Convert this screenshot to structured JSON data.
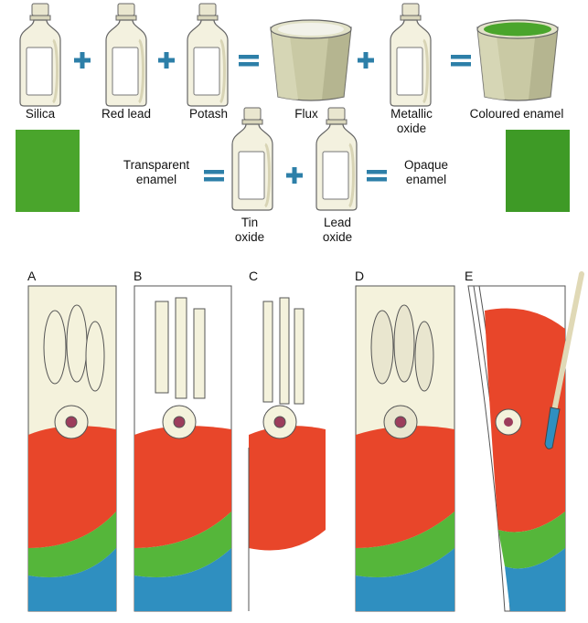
{
  "colors": {
    "accent_operator": "#2d7fa8",
    "enamel_green": "#4aa52c",
    "enamel_green_bright": "#5cbf2e",
    "petal_red": "#e8462a",
    "blue_band": "#2f8fc0",
    "green_band": "#55b63a",
    "bottle_glass": "#f3f1df",
    "pot_stone": "#c9c9a4"
  },
  "top_row": {
    "items": [
      {
        "label": "Silica",
        "icon": "bottle-icon"
      },
      {
        "label": "Red lead",
        "icon": "bottle-icon"
      },
      {
        "label": "Potash",
        "icon": "bottle-icon"
      },
      {
        "label": "Flux",
        "icon": "pot-icon"
      },
      {
        "label": "Metallic oxide",
        "icon": "bottle-icon"
      },
      {
        "label": "Coloured enamel",
        "icon": "pot-icon"
      }
    ],
    "operators": [
      "+",
      "+",
      "=",
      "+",
      "="
    ]
  },
  "second_row": {
    "left_label": "Transparent enamel",
    "right_label": "Opaque enamel",
    "items": [
      {
        "label": "Tin oxide",
        "icon": "bottle-icon"
      },
      {
        "label": "Lead oxide",
        "icon": "bottle-icon"
      }
    ],
    "operators": [
      "=",
      "+",
      "="
    ]
  },
  "panels": [
    "A",
    "B",
    "C",
    "D",
    "E"
  ]
}
